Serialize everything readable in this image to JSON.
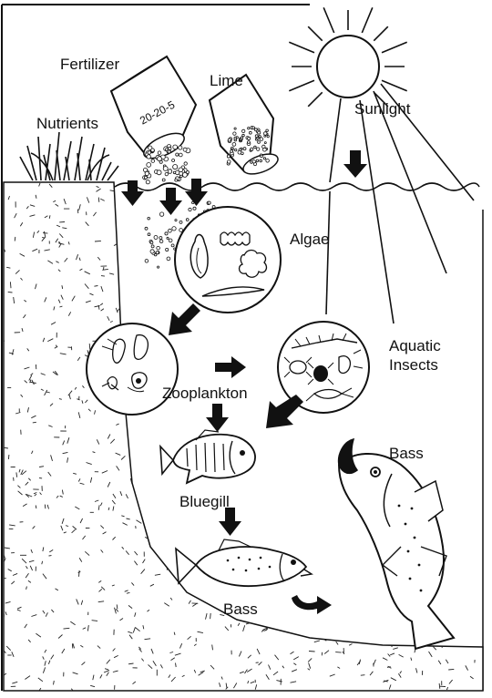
{
  "diagram": {
    "labels": {
      "fertilizer": "Fertilizer",
      "lime": "Lime",
      "nutrients": "Nutrients",
      "sunlight": "Sunlight",
      "algae": "Algae",
      "aquatic_insects_line1": "Aquatic",
      "aquatic_insects_line2": "Insects",
      "zooplankton": "Zooplankton",
      "bluegill": "Bluegill",
      "bass_small": "Bass",
      "bass_large": "Bass"
    },
    "bag_text": "20-20-5",
    "colors": {
      "ink": "#111111",
      "paper": "#ffffff"
    }
  }
}
